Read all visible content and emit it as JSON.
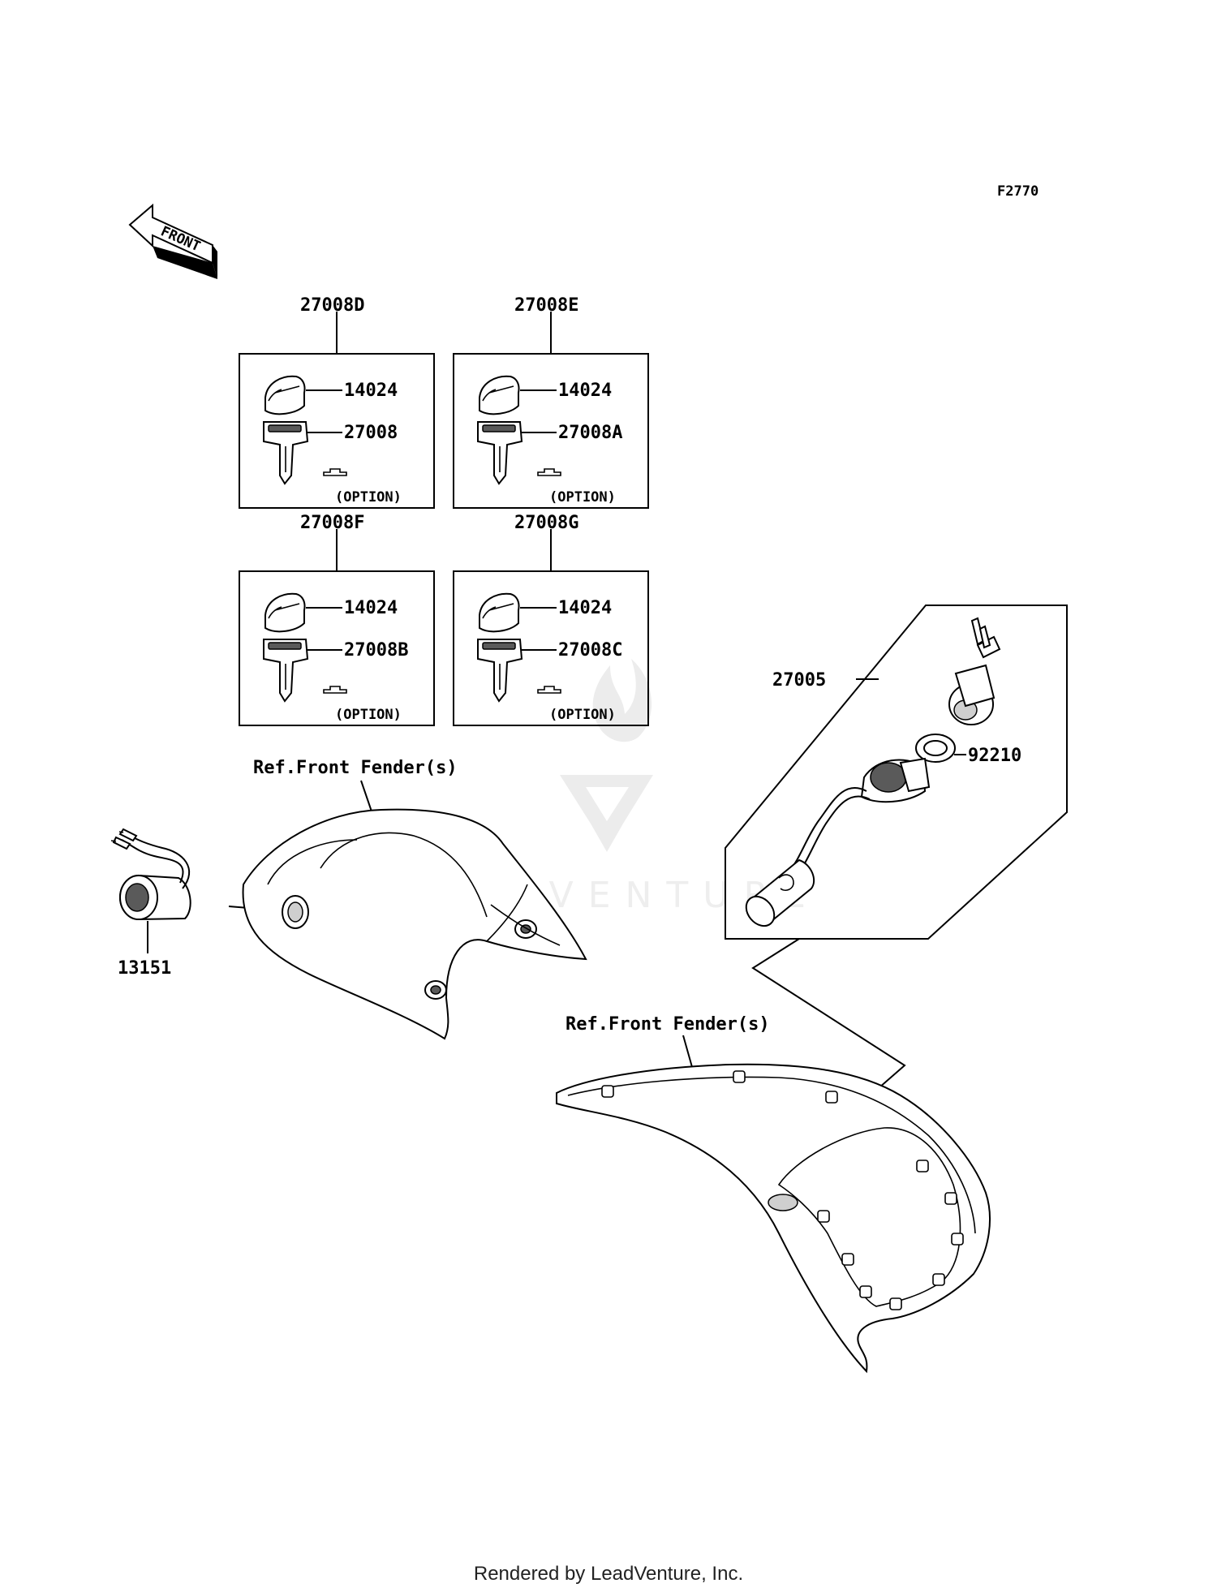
{
  "figure_code": "F2770",
  "front_arrow_label": "FRONT",
  "watermark_text": "LEADVENTURE",
  "key_sets": [
    {
      "set_number": "27008D",
      "knob_part": "14024",
      "key_part": "27008",
      "option_label": "(OPTION)"
    },
    {
      "set_number": "27008E",
      "knob_part": "14024",
      "key_part": "27008A",
      "option_label": "(OPTION)"
    },
    {
      "set_number": "27008F",
      "knob_part": "14024",
      "key_part": "27008B",
      "option_label": "(OPTION)"
    },
    {
      "set_number": "27008G",
      "knob_part": "14024",
      "key_part": "27008C",
      "option_label": "(OPTION)"
    }
  ],
  "ignition_switch": {
    "part": "27005",
    "nut_part": "92210"
  },
  "left_assembly": {
    "switch_part": "13151",
    "fender_ref": "Ref.Front Fender(s)"
  },
  "bottom_assembly": {
    "fender_ref": "Ref.Front Fender(s)"
  },
  "footer": "Rendered by LeadVenture, Inc."
}
